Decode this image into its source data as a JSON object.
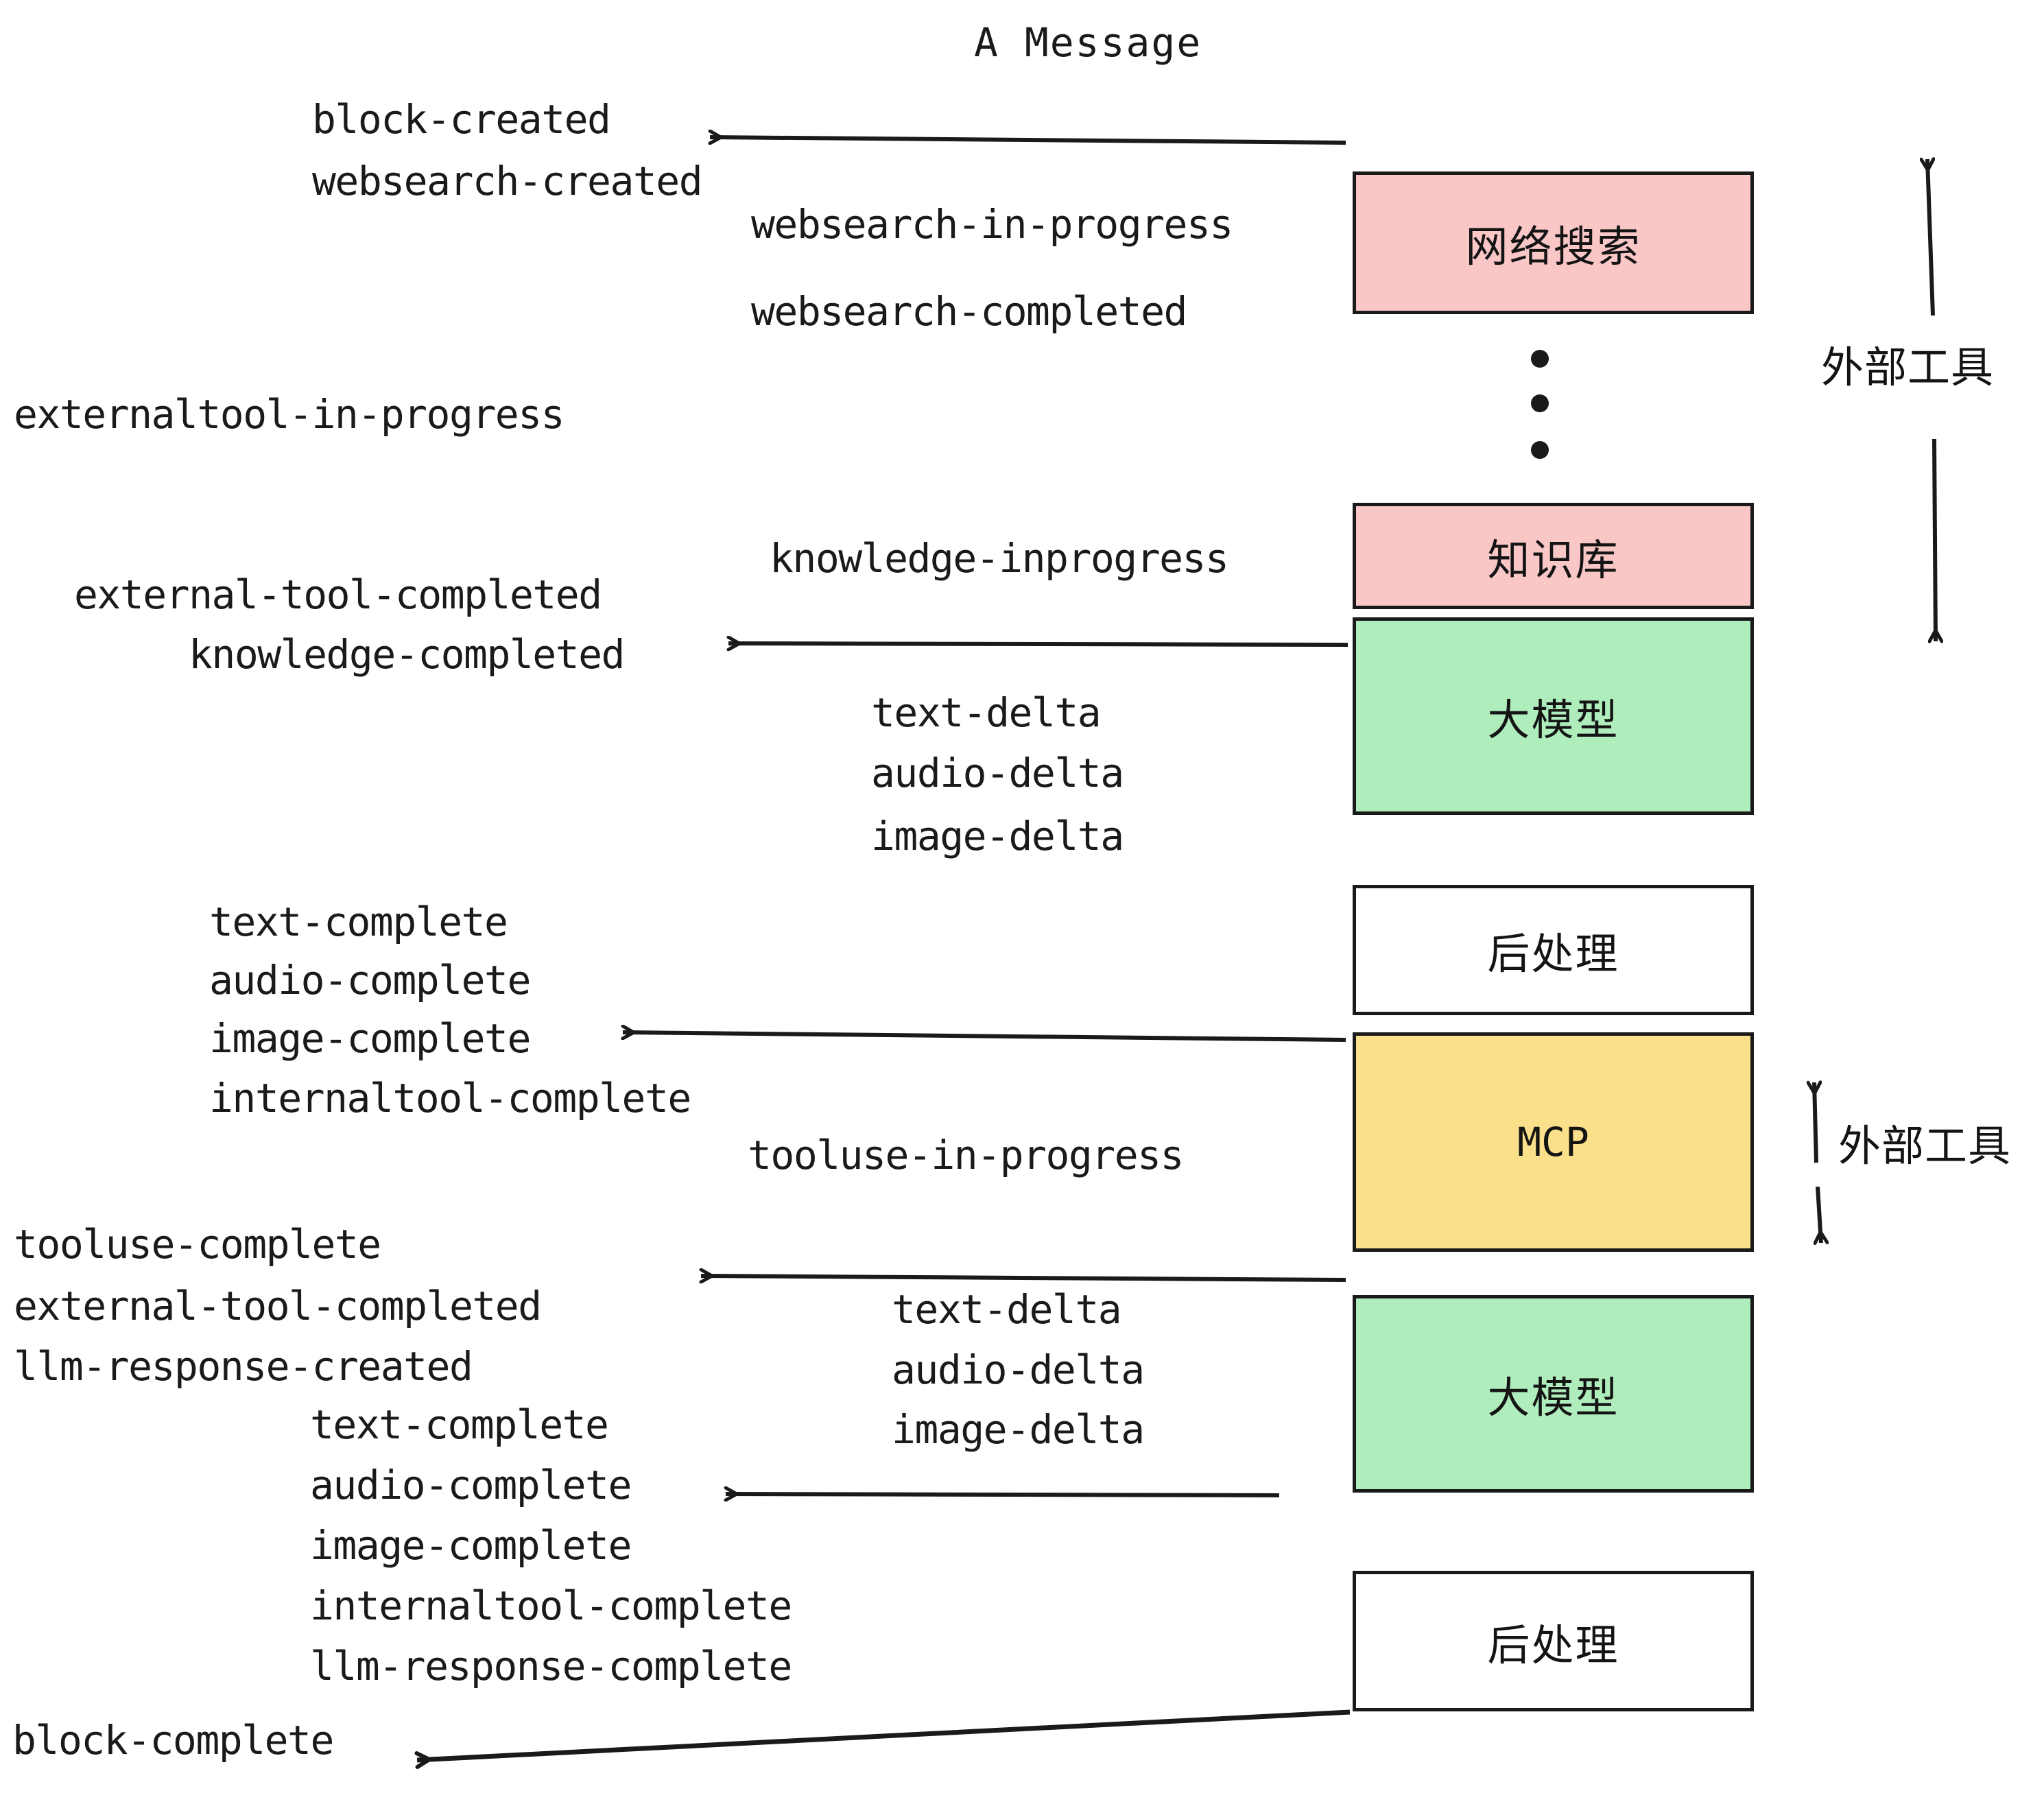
{
  "diagram": {
    "title": "A Message",
    "colors": {
      "pink": "#FAC7C7",
      "green": "#AFEDBD",
      "yellow": "#FAE08A",
      "white": "#FFFFFF",
      "stroke": "#1a1a1a",
      "background": "#FFFFFF"
    },
    "nodes": [
      {
        "id": "websearch",
        "label": "网络搜索",
        "fill": "pink"
      },
      {
        "id": "knowledge",
        "label": "知识库",
        "fill": "pink"
      },
      {
        "id": "llm-1",
        "label": "大模型",
        "fill": "green"
      },
      {
        "id": "postprocess-1",
        "label": "后处理",
        "fill": "white"
      },
      {
        "id": "mcp",
        "label": "MCP",
        "fill": "yellow"
      },
      {
        "id": "llm-2",
        "label": "大模型",
        "fill": "green"
      },
      {
        "id": "postprocess-2",
        "label": "后处理",
        "fill": "white"
      }
    ],
    "side_labels": [
      {
        "id": "external-tool-top",
        "text": "外部工具"
      },
      {
        "id": "external-tool-bottom",
        "text": "外部工具"
      }
    ],
    "events": [
      {
        "id": "e01",
        "text": "block-created"
      },
      {
        "id": "e02",
        "text": "websearch-created"
      },
      {
        "id": "e03",
        "text": "websearch-in-progress"
      },
      {
        "id": "e04",
        "text": "websearch-completed"
      },
      {
        "id": "e05",
        "text": "externaltool-in-progress"
      },
      {
        "id": "e06",
        "text": "knowledge-inprogress"
      },
      {
        "id": "e07",
        "text": "external-tool-completed"
      },
      {
        "id": "e08",
        "text": "knowledge-completed"
      },
      {
        "id": "e09",
        "text": "text-delta"
      },
      {
        "id": "e10",
        "text": "audio-delta"
      },
      {
        "id": "e11",
        "text": "image-delta"
      },
      {
        "id": "e12",
        "text": "text-complete"
      },
      {
        "id": "e13",
        "text": "audio-complete"
      },
      {
        "id": "e14",
        "text": "image-complete"
      },
      {
        "id": "e15",
        "text": "internaltool-complete"
      },
      {
        "id": "e16",
        "text": "tooluse-in-progress"
      },
      {
        "id": "e17",
        "text": "tooluse-complete"
      },
      {
        "id": "e18",
        "text": "external-tool-completed"
      },
      {
        "id": "e19",
        "text": "llm-response-created"
      },
      {
        "id": "e20",
        "text": "text-delta"
      },
      {
        "id": "e21",
        "text": "audio-delta"
      },
      {
        "id": "e22",
        "text": "image-delta"
      },
      {
        "id": "e23",
        "text": "text-complete"
      },
      {
        "id": "e24",
        "text": "audio-complete"
      },
      {
        "id": "e25",
        "text": "image-complete"
      },
      {
        "id": "e26",
        "text": "internaltool-complete"
      },
      {
        "id": "e27",
        "text": "llm-response-complete"
      },
      {
        "id": "e28",
        "text": "block-complete"
      }
    ]
  }
}
